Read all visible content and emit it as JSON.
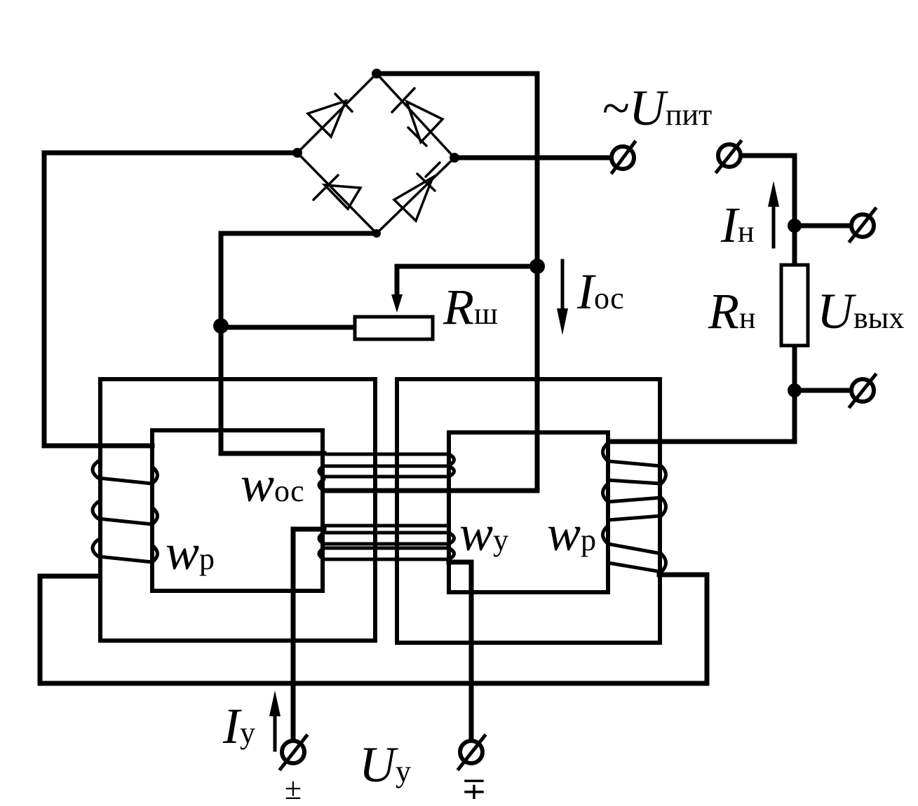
{
  "labels": {
    "u_supply": {
      "sym": "~U",
      "sub": "пит"
    },
    "i_load": {
      "sym": "I",
      "sub": "н"
    },
    "r_load": {
      "sym": "R",
      "sub": "н"
    },
    "u_out": {
      "sym": "U",
      "sub": "вых"
    },
    "r_shunt": {
      "sym": "R",
      "sub": "ш"
    },
    "i_fb": {
      "sym": "I",
      "sub": "ос"
    },
    "w_fb": {
      "sym": "w",
      "sub": "ос"
    },
    "w_work_left": {
      "sym": "w",
      "sub": "р"
    },
    "w_ctrl": {
      "sym": "w",
      "sub": "у"
    },
    "w_work_right": {
      "sym": "w",
      "sub": "р"
    },
    "i_ctrl": {
      "sym": "I",
      "sub": "у"
    },
    "u_ctrl": {
      "sym": "U",
      "sub": "у"
    },
    "pol_left": "±",
    "pol_right": "∓"
  },
  "colors": {
    "line": "#000000",
    "background": "#ffffff"
  }
}
